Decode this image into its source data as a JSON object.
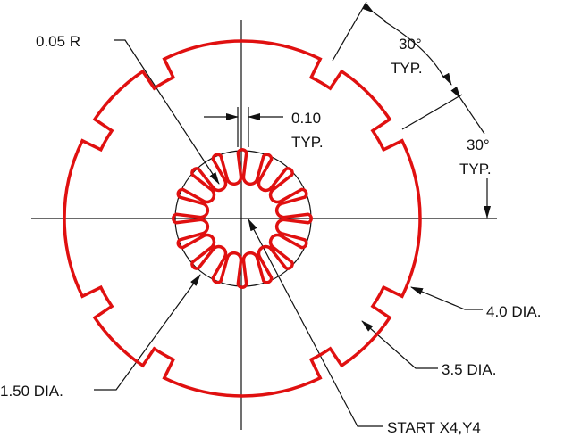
{
  "labels": {
    "fillet": "0.05 R",
    "slot_width": "0.10",
    "slot_width_typ": "TYP.",
    "angle1": "30°",
    "angle1_typ": "TYP.",
    "angle2": "30°",
    "angle2_typ": "TYP.",
    "outer_dia": "4.0 DIA.",
    "notch_dia": "3.5 DIA.",
    "inner_dia": "1.50 DIA.",
    "start": "START X4,Y4"
  },
  "geometry": {
    "slot_count": 16,
    "notch_count": 8,
    "notch_angle_deg": 30
  },
  "colors": {
    "profile": "#e01010",
    "lines": "#111111"
  }
}
